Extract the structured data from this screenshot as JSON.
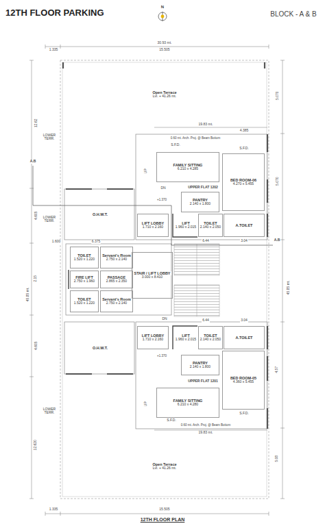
{
  "diagram": {
    "title": "12TH FLOOR PARKING",
    "caption": "12TH FLOOR PLAN",
    "nodes": [
      {
        "text": [
          "Open Terrace",
          "Lvl. + 41.26 mt."
        ]
      },
      {
        "text": [
          "FAMILY SITTING",
          "6.210 x 4.285"
        ]
      },
      {
        "text": [
          "BED ROOM-06",
          "4.270 x 5.455"
        ]
      },
      {
        "text": [
          "PANTRY",
          "2.140 x 1.800"
        ]
      },
      {
        "text": [
          "LIFT LOBBY",
          "1.710 x 2.160"
        ]
      },
      {
        "text": [
          "LIFT",
          "1.960 x 2.015"
        ]
      },
      {
        "text": [
          "TOILET",
          "2.140 x 2.050"
        ]
      },
      {
        "text": [
          "A.TOILET"
        ]
      },
      {
        "text": [
          "O.H.W.T."
        ]
      },
      {
        "text": [
          "Servant's Room",
          "2.750 x 2.140"
        ]
      },
      {
        "text": [
          "TOILET",
          "1.520 x 1.220"
        ]
      },
      {
        "text": [
          "FIRE LIFT",
          "2.750 x 1.960"
        ]
      },
      {
        "text": [
          "PASSAGE",
          "2.865 x 2.350"
        ]
      },
      {
        "text": [
          "TOILET",
          "1.520 x 1.220"
        ]
      },
      {
        "text": [
          "Servant's Room",
          "2.750 x 2.140"
        ]
      },
      {
        "text": [
          "STAIR / LIFT LOBBY",
          "3.000 x 8.410"
        ]
      },
      {
        "text": [
          "LIFT LOBBY",
          "1.710 x 2.160"
        ]
      },
      {
        "text": [
          "LIFT",
          "1.960 x 2.015"
        ]
      },
      {
        "text": [
          "TOILET",
          "2.140 x 2.050"
        ]
      },
      {
        "text": [
          "A.TOILET"
        ]
      },
      {
        "text": [
          "PANTRY",
          "2.140 x 1.800"
        ]
      },
      {
        "text": [
          "BED ROOM-05",
          "4.360 x 5.455"
        ]
      },
      {
        "text": [
          "FAMILY SITTING",
          "6.210 x 4.280"
        ]
      },
      {
        "text": [
          "O.H.W.T."
        ]
      },
      {
        "text": [
          "Open Terrace",
          "Lvl. + 41.26 mt."
        ]
      }
    ],
    "labels": [
      "N",
      "30.93 mt.",
      "1.335",
      "15.505",
      "19.83 mt.",
      "4.385",
      "0.60 mt. Arch. Proj. @ Beam Bottom",
      "S.F.D.",
      "S.F.D.",
      "LOWER TERR.",
      "LOWER TERR.",
      "LOWER TERR.",
      "12.62",
      "4.605",
      "2.15",
      "4.605",
      "12.620",
      "45.85 mt.",
      "45.85 mt.",
      "5.070",
      "5.070",
      "4.57",
      "5.08",
      "6.375",
      "1.600",
      "UPPER FLAT 1202",
      "+1.370",
      "DN",
      "UP",
      "6.44",
      "3.04",
      "A.B",
      "A.B",
      "3.04",
      "6.44",
      "DN",
      "+1.370",
      "UPPER FLAT 1201",
      "UP",
      "S.F.D.",
      "S.F.D.",
      "0.60 mt. Arch. Proj. @ Beam Bottom",
      "19.83 mt.",
      "1.335",
      "15.505",
      "BLOCK - A & B"
    ]
  }
}
